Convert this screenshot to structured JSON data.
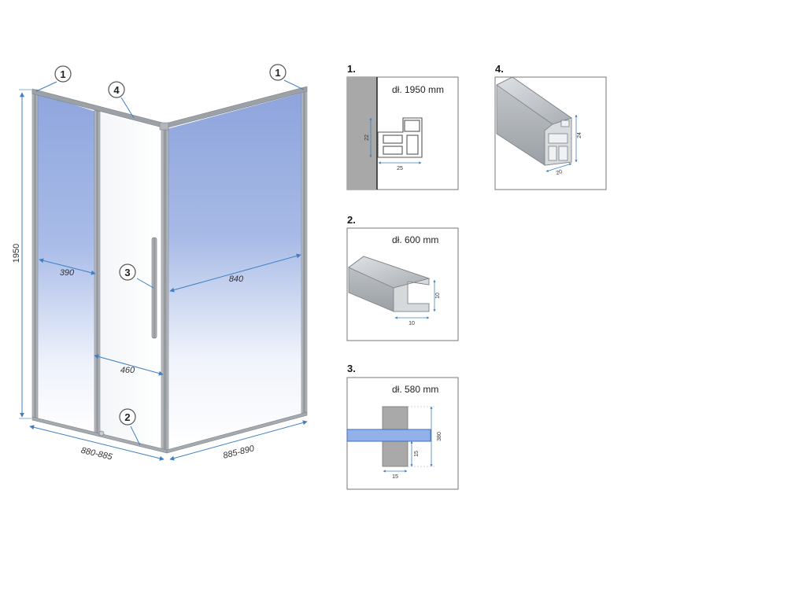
{
  "callouts": {
    "c1_left": "1",
    "c1_right": "1",
    "c2": "2",
    "c3": "3",
    "c4": "4"
  },
  "dimensions": {
    "height": "1950",
    "fixed_left_width": "390",
    "fixed_right_width": "840",
    "door_opening": "460",
    "front_width": "880-885",
    "side_width": "885-890"
  },
  "details": {
    "p1": {
      "label": "1.",
      "length": "dł. 1950 mm",
      "dim_v": "22",
      "dim_h": "25"
    },
    "p2": {
      "label": "2.",
      "length": "dł. 600 mm",
      "dim_v": "10",
      "dim_h": "10"
    },
    "p3": {
      "label": "3.",
      "length": "dł. 580 mm",
      "dim_total": "380",
      "dim_v": "15",
      "dim_h": "15"
    },
    "p4": {
      "label": "4.",
      "dim_v": "24",
      "dim_h": "20"
    }
  },
  "colors": {
    "glass_blue": "#93a9de",
    "frame": "#8f959c",
    "dimension_line": "#3f7fc2",
    "profile_grey": "#b9bec4",
    "wall_grey": "#a8a8a8"
  }
}
